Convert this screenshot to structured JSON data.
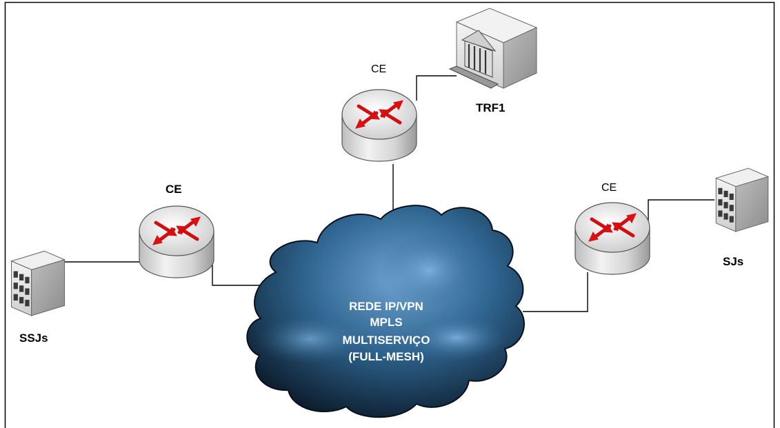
{
  "diagram": {
    "routers": {
      "top": {
        "label": "CE"
      },
      "left": {
        "label": "CE"
      },
      "right": {
        "label": "CE"
      }
    },
    "sites": {
      "trf1": {
        "label": "TRF1",
        "icon": "datacenter-icon"
      },
      "ssjs": {
        "label": "SSJs",
        "icon": "office-building-icon"
      },
      "sjs": {
        "label": "SJs",
        "icon": "office-building-icon"
      }
    },
    "cloud": {
      "lines": [
        "REDE IP/VPN",
        "MPLS",
        "MULTISERVIÇO",
        "(FULL-MESH)"
      ],
      "icon": "network-cloud-icon"
    },
    "colors": {
      "cloud_dark": "#0b1a2b",
      "cloud_mid": "#2b5a80",
      "cloud_light": "#5f93c4",
      "router_arrow": "#e01010",
      "link": "#000000"
    }
  }
}
